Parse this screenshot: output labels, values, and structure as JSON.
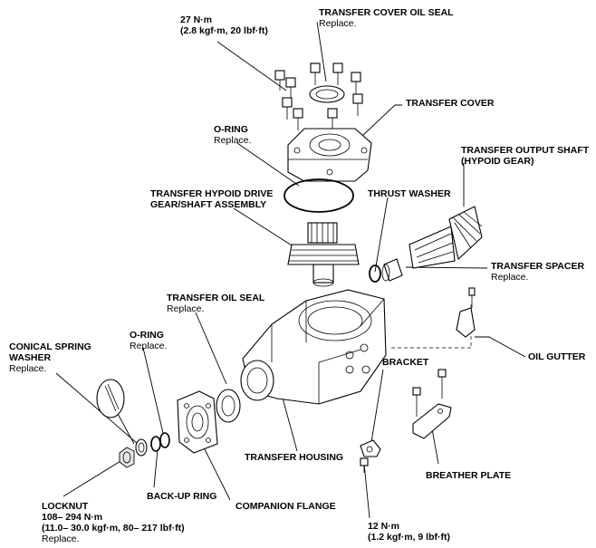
{
  "labels": {
    "torque_cover": {
      "line1": "27 N·m",
      "line2": "(2.8 kgf·m, 20 lbf·ft)"
    },
    "cover_oil_seal": {
      "title": "TRANSFER COVER OIL SEAL",
      "note": "Replace."
    },
    "transfer_cover": {
      "title": "TRANSFER COVER"
    },
    "o_ring_top": {
      "title": "O-RING",
      "note": "Replace."
    },
    "output_shaft": {
      "line1": "TRANSFER OUTPUT SHAFT",
      "line2": "(HYPOID GEAR)"
    },
    "hypoid_drive": {
      "line1": "TRANSFER HYPOID DRIVE",
      "line2": "GEAR/SHAFT ASSEMBLY"
    },
    "thrust_washer": {
      "title": "THRUST WASHER"
    },
    "transfer_spacer": {
      "title": "TRANSFER SPACER",
      "note": "Replace."
    },
    "transfer_oil_seal": {
      "title": "TRANSFER OIL SEAL",
      "note": "Replace."
    },
    "oil_gutter": {
      "title": "OIL GUTTER"
    },
    "o_ring_left": {
      "title": "O-RING",
      "note": "Replace."
    },
    "conical_washer": {
      "line1": "CONICAL SPRING",
      "line2": "WASHER",
      "note": "Replace."
    },
    "bracket": {
      "title": "BRACKET"
    },
    "transfer_housing": {
      "title": "TRANSFER HOUSING"
    },
    "breather_plate": {
      "title": "BREATHER PLATE"
    },
    "back_up_ring": {
      "title": "BACK-UP RING"
    },
    "companion_flange": {
      "title": "COMPANION FLANGE"
    },
    "locknut": {
      "title": "LOCKNUT",
      "line2": "108– 294 N·m",
      "line3": "(11.0– 30.0 kgf·m, 80– 217 lbf·ft)",
      "note": "Replace."
    },
    "torque_bracket": {
      "line1": "12 N·m",
      "line2": "(1.2 kgf·m, 9 lbf·ft)"
    }
  }
}
